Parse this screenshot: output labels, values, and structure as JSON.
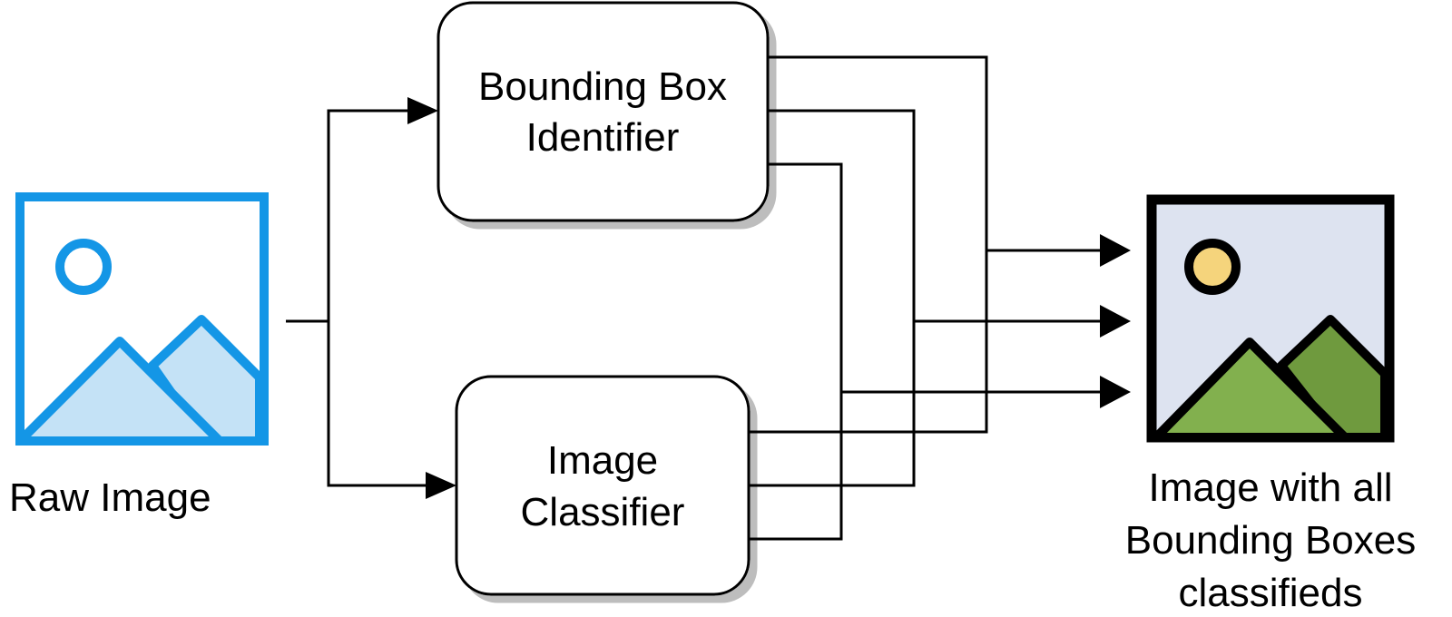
{
  "nodes": {
    "raw_image": {
      "label": "Raw Image",
      "icon": "image-icon"
    },
    "bbox_identifier": {
      "label_lines": [
        "Bounding Box",
        "Identifier"
      ]
    },
    "image_classifier": {
      "label_lines": [
        "Image",
        "Classifier"
      ]
    },
    "output_image": {
      "label_lines": [
        "Image with all",
        "Bounding Boxes",
        "classifieds"
      ],
      "icon": "image-icon"
    }
  },
  "edges": [
    {
      "from": "raw_image",
      "to": "bbox_identifier"
    },
    {
      "from": "raw_image",
      "to": "image_classifier"
    },
    {
      "from": "bbox_identifier",
      "to": "output_image"
    },
    {
      "from": "image_classifier",
      "to": "output_image"
    }
  ],
  "colors": {
    "raw_icon_stroke": "#1496e6",
    "raw_icon_fill": "#c4e2f6",
    "out_icon_bg": "#dde3f0",
    "out_sun": "#f5d47c",
    "out_mountain_front": "#82b04e",
    "out_mountain_back": "#6f9a3e"
  }
}
